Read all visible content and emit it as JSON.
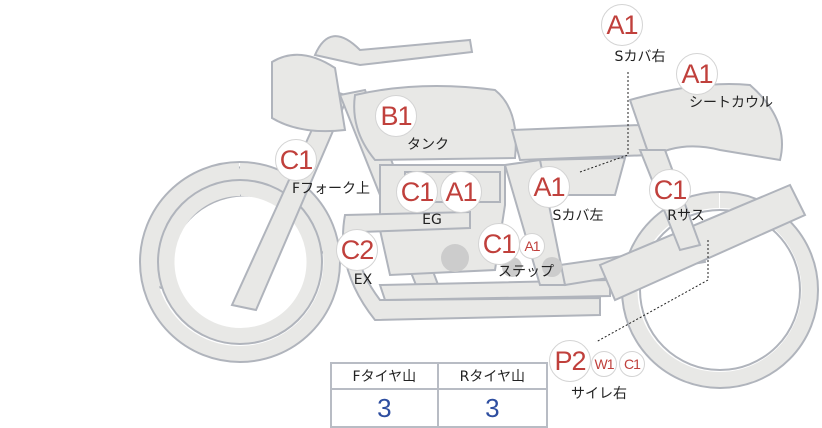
{
  "parts": [
    {
      "id": "s-cover-right",
      "label": "Sカバ右",
      "codes": [
        "A1"
      ]
    },
    {
      "id": "seat-cowl",
      "label": "シートカウル",
      "codes": [
        "A1"
      ]
    },
    {
      "id": "tank",
      "label": "タンク",
      "codes": [
        "B1"
      ]
    },
    {
      "id": "front-fork-upper",
      "label": "Fフォーク上",
      "codes": [
        "C1"
      ]
    },
    {
      "id": "engine",
      "label": "EG",
      "codes": [
        "C1",
        "A1"
      ]
    },
    {
      "id": "s-cover-left",
      "label": "Sカバ左",
      "codes": [
        "A1"
      ]
    },
    {
      "id": "rear-suspension",
      "label": "Rサス",
      "codes": [
        "C1"
      ]
    },
    {
      "id": "exhaust",
      "label": "EX",
      "codes": [
        "C2"
      ]
    },
    {
      "id": "step",
      "label": "ステップ",
      "codes": [
        "C1",
        "A1"
      ]
    },
    {
      "id": "silencer-right",
      "label": "サイレ右",
      "codes": [
        "P2",
        "W1",
        "C1"
      ]
    }
  ],
  "tire_table": {
    "headers": [
      "Fタイヤ山",
      "Rタイヤ山"
    ],
    "values": [
      "3",
      "3"
    ]
  },
  "colors": {
    "code": "#c0403c",
    "value": "#2e4ea0",
    "part_fill": "#e8e8e6",
    "part_stroke": "#b0b4bc"
  }
}
